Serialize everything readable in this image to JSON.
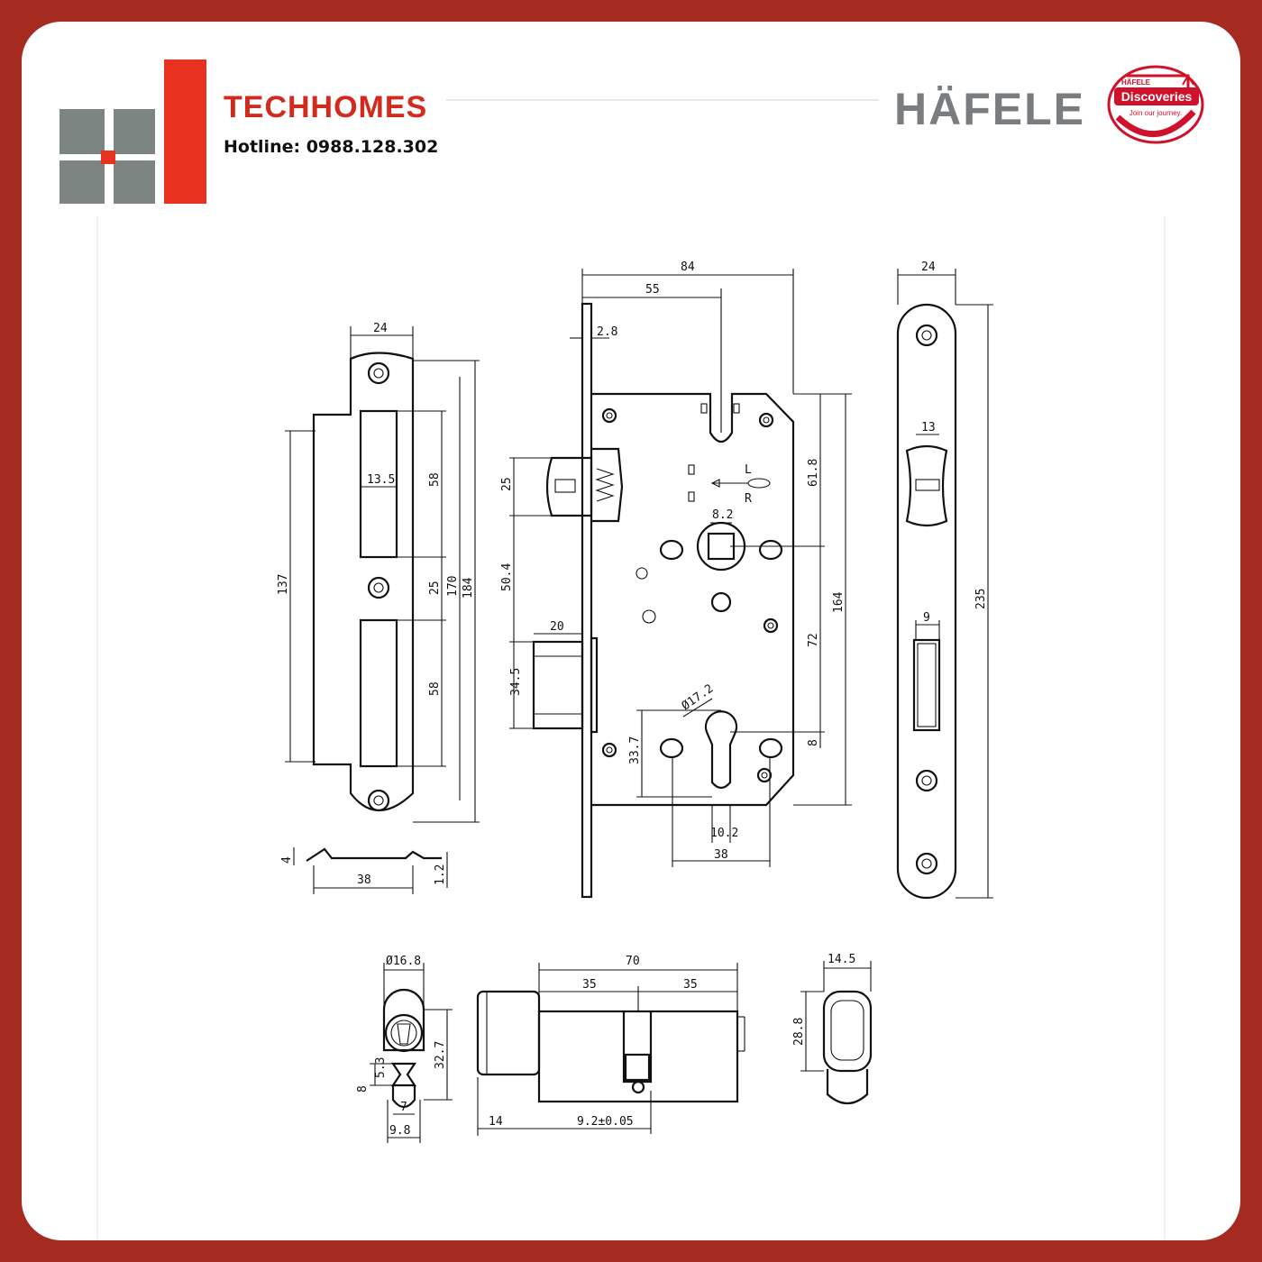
{
  "brand": {
    "name": "TECHHOMES",
    "hotline": "Hotline: 0988.128.302",
    "colors": {
      "red": "#e8311f",
      "grey": "#7d8582",
      "frame": "#a52a1f"
    }
  },
  "partner": {
    "name": "HÄFELE",
    "badge_brand": "HÄFELE",
    "badge_title": "Discoveries",
    "badge_tagline": "Join our journey."
  },
  "dimensions": {
    "strike": {
      "width": "24",
      "opening": "13.5",
      "upper": "58",
      "middle": "25",
      "lower": "58",
      "inner_h": "137",
      "h170": "170",
      "h184": "184",
      "base": "38",
      "thick": "1.2",
      "edge": "4"
    },
    "lockbody": {
      "overall": "84",
      "backset": "55",
      "faceplate": "2.8",
      "latch": "25",
      "spacing": "50.4",
      "bolt_w": "20",
      "bolt_h": "34.5",
      "top": "61.8",
      "spindle": "8.2",
      "height": "164",
      "centre": "72",
      "cyl_dia": "Ø17.2",
      "cyl_off": "33.7",
      "cyl_gap": "8",
      "cyl_w": "10.2",
      "cyl_span": "38"
    },
    "faceplate": {
      "width": "24",
      "latch": "13",
      "bolt": "9",
      "length": "235"
    },
    "cylinder": {
      "diameter": "Ø16.8",
      "height": "32.7",
      "cam": "8",
      "cam_gap": "5.3",
      "cam_w": "7",
      "bottom": "9.8",
      "total": "70",
      "left": "35",
      "right": "35",
      "knob": "14",
      "cam_off": "9.2±0.05",
      "end_w": "14.5",
      "end_h": "28.8"
    }
  }
}
